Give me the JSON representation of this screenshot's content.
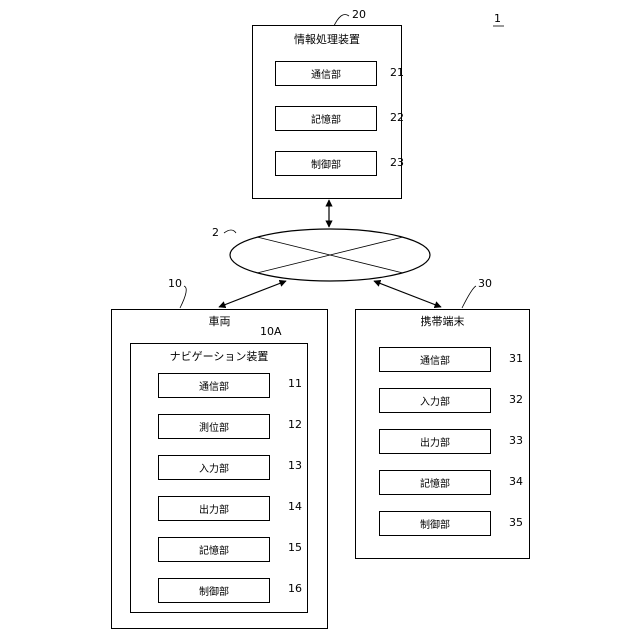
{
  "system": {
    "ref": "1"
  },
  "server": {
    "title": "情報処理装置",
    "ref": "20",
    "units": [
      {
        "label": "通信部",
        "ref": "21"
      },
      {
        "label": "記憶部",
        "ref": "22"
      },
      {
        "label": "制御部",
        "ref": "23"
      }
    ]
  },
  "network": {
    "ref": "2"
  },
  "vehicle": {
    "title": "車両",
    "ref": "10",
    "navigation": {
      "title": "ナビゲーション装置",
      "ref": "10A",
      "units": [
        {
          "label": "通信部",
          "ref": "11"
        },
        {
          "label": "測位部",
          "ref": "12"
        },
        {
          "label": "入力部",
          "ref": "13"
        },
        {
          "label": "出力部",
          "ref": "14"
        },
        {
          "label": "記憶部",
          "ref": "15"
        },
        {
          "label": "制御部",
          "ref": "16"
        }
      ]
    }
  },
  "terminal": {
    "title": "携帯端末",
    "ref": "30",
    "units": [
      {
        "label": "通信部",
        "ref": "31"
      },
      {
        "label": "入力部",
        "ref": "32"
      },
      {
        "label": "出力部",
        "ref": "33"
      },
      {
        "label": "記憶部",
        "ref": "34"
      },
      {
        "label": "制御部",
        "ref": "35"
      }
    ]
  }
}
